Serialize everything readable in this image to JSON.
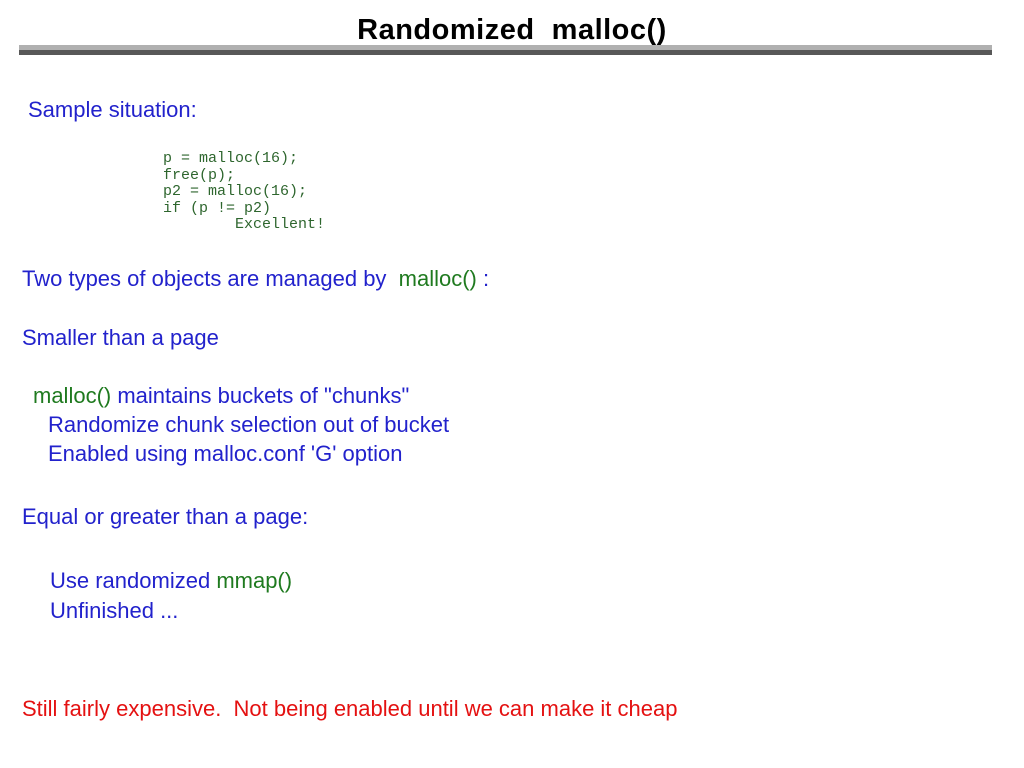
{
  "colors": {
    "title_black": "#000000",
    "blue": "#2222cc",
    "green": "#1f7a1f",
    "code_green": "#2e662e",
    "red": "#e41111",
    "rule_light": "#b0b0b0",
    "rule_dark": "#585858"
  },
  "header": {
    "title": "Randomized  malloc()"
  },
  "body": {
    "sample_label": "Sample situation:",
    "code": "p = malloc(16);\nfree(p);\np2 = malloc(16);\nif (p != p2)\n        Excellent!",
    "two_types": {
      "pre": "Two types of objects are managed by  ",
      "fn": "malloc()",
      "post": " :"
    },
    "smaller": "Smaller than a page",
    "maintains": {
      "fn": "malloc()",
      "post": " maintains buckets of \"chunks\""
    },
    "randomize": "Randomize chunk selection out of bucket",
    "enabled": "Enabled using malloc.conf 'G' option",
    "equal": "Equal or greater than a page:",
    "use_mmap": {
      "pre": "Use randomized ",
      "fn": "mmap()"
    },
    "unfinished": "Unfinished ...",
    "footer_note": "Still fairly expensive.  Not being enabled until we can make it cheap"
  }
}
